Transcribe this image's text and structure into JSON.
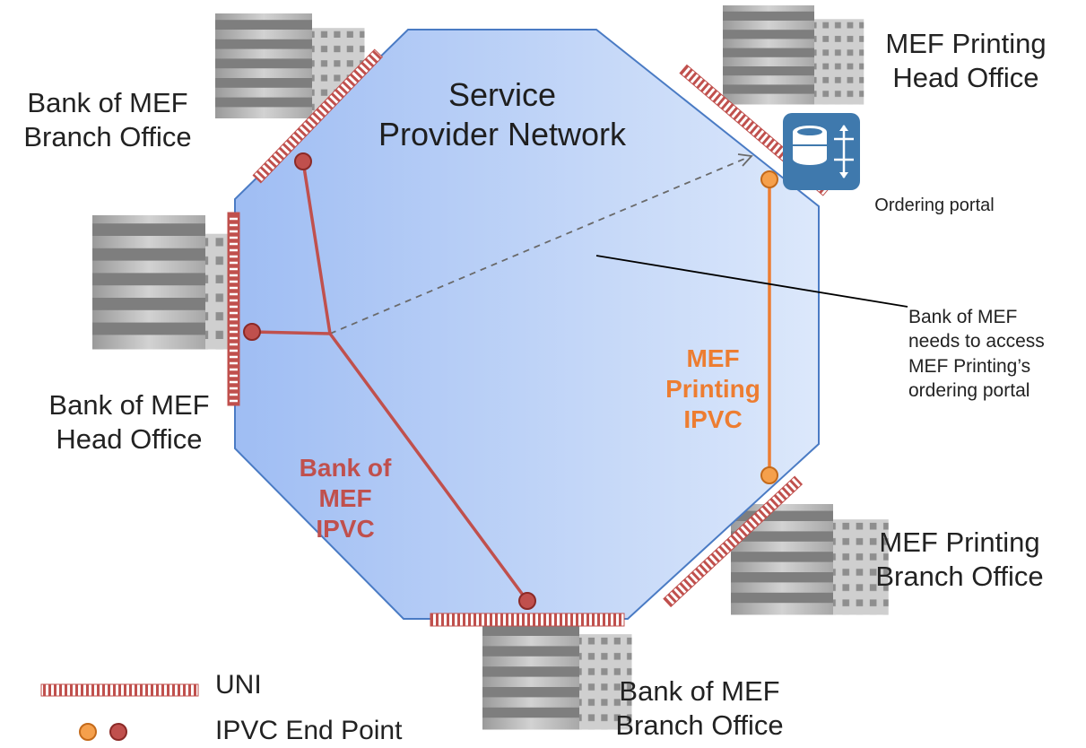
{
  "network": {
    "line1": "Service",
    "line2": "Provider Network"
  },
  "sites": {
    "bank_branch_top": {
      "line1": "Bank of MEF",
      "line2": "Branch Office"
    },
    "bank_head": {
      "line1": "Bank of MEF",
      "line2": "Head Office"
    },
    "bank_branch_bottom": {
      "line1": "Bank of MEF",
      "line2": "Branch Office"
    },
    "printing_head": {
      "line1": "MEF Printing",
      "line2": "Head Office"
    },
    "printing_branch": {
      "line1": "MEF Printing",
      "line2": "Branch Office"
    }
  },
  "portal": {
    "label": "Ordering portal",
    "icon": "database-server-icon"
  },
  "ipvc": {
    "printing": {
      "line1": "MEF",
      "line2": "Printing",
      "line3": "IPVC",
      "color": "#ed7d31"
    },
    "bank": {
      "line1": "Bank of",
      "line2": "MEF",
      "line3": "IPVC",
      "color": "#c0504d"
    }
  },
  "callout": {
    "line1": "Bank of MEF",
    "line2": "needs to access",
    "line3": "MEF Printing’s",
    "line4": "ordering portal"
  },
  "legend": {
    "uni_label": "UNI",
    "endpoint_label": "IPVC End Point"
  },
  "colors": {
    "uni": "#c0504d",
    "network_fill": "#b4cdf5",
    "network_stroke": "#4a7bc4",
    "portal": "#3f79ad"
  }
}
